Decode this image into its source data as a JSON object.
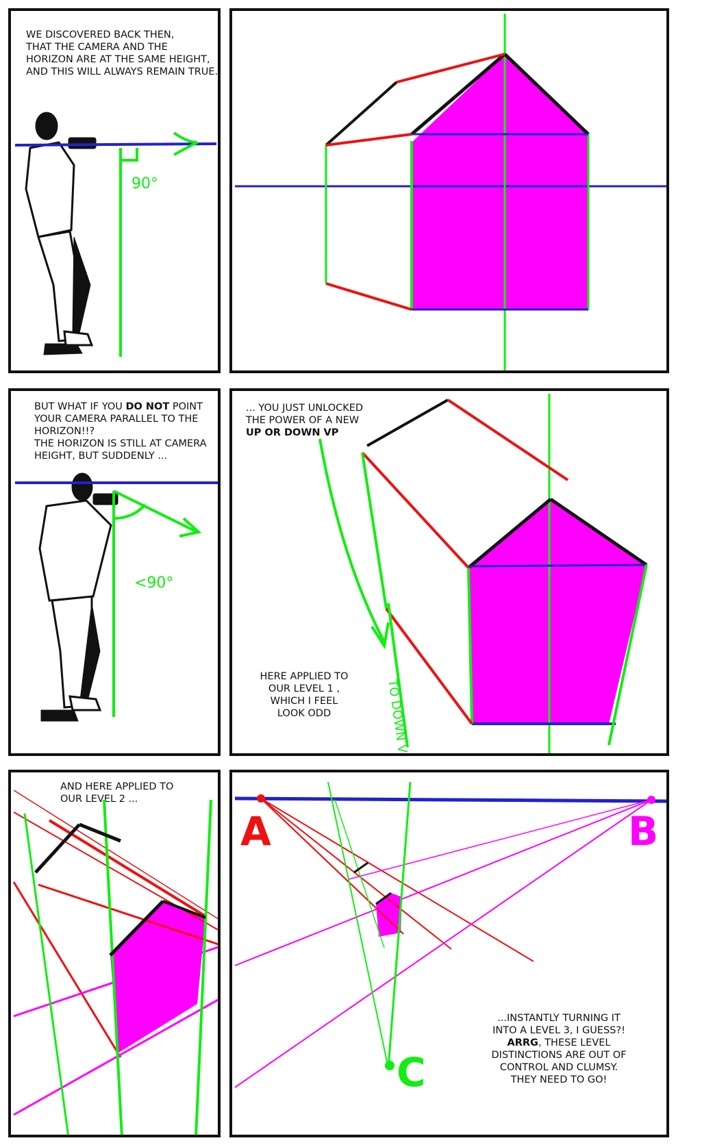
{
  "panels": {
    "p1": {
      "caption": "WE DISCOVERED BACK THEN,\nTHAT THE CAMERA AND THE\nHORIZON ARE AT THE SAME HEIGHT,\nAND THIS WILL ALWAYS REMAIN TRUE.",
      "angle_label": "90°"
    },
    "p3": {
      "caption_a": "BUT WHAT IF YOU ",
      "caption_bold": "DO NOT",
      "caption_b": " POINT\nYOUR CAMERA PARALLEL TO THE\nHORIZON!!?\nTHE HORIZON IS STILL AT CAMERA\nHEIGHT, BUT SUDDENLY ...",
      "angle_label": "<90°"
    },
    "p4": {
      "caption_a": "... YOU JUST UNLOCKED\nTHE POWER OF A NEW\n",
      "caption_bold": "UP OR DOWN VP",
      "note": "HERE APPLIED TO\nOUR LEVEL 1 ,\nWHICH I FEEL\nLOOK ODD",
      "arrow_label": "TO DOWN VP"
    },
    "p5": {
      "caption": "AND HERE APPLIED TO\nOUR LEVEL 2 ..."
    },
    "p6": {
      "vp_a": "A",
      "vp_b": "B",
      "vp_c": "C",
      "note_a": "...INSTANTLY TURNING IT\nINTO A LEVEL 3, I GUESS?!\n",
      "note_bold": "ARRG",
      "note_b": ", THESE LEVEL\nDISTINCTIONS ARE OUT OF\nCONTROL AND CLUMSY.\nTHEY NEED TO GO!"
    }
  },
  "colors": {
    "red": "#ee1111",
    "green": "#11ee11",
    "blue": "#2222cc",
    "magenta": "#ff00ff",
    "ink": "#111111"
  }
}
